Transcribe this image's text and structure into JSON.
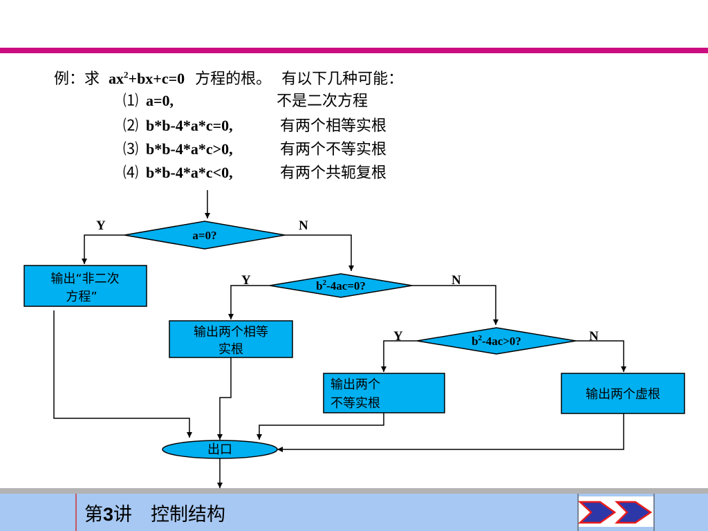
{
  "colors": {
    "accent_bar": "#cc0d80",
    "box_fill": "#00b0f0",
    "footer_bg": "#a7c8f2",
    "footer_stripe": "#b3b3b3"
  },
  "intro": {
    "prefix": "例：",
    "task": "求",
    "eq_a": "ax",
    "eq_sup": "2",
    "eq_b": "+bx+c=0",
    "task_tail": "方程的根。",
    "possibilities": "有以下几种可能：",
    "cases": [
      {
        "num": "⑴",
        "cond": "a=0,",
        "desc": "不是二次方程"
      },
      {
        "num": "⑵",
        "cond": "b*b-4*a*c=0,",
        "desc": "有两个相等实根"
      },
      {
        "num": "⑶",
        "cond": "b*b-4*a*c>0,",
        "desc": "有两个不等实根"
      },
      {
        "num": "⑷",
        "cond": "b*b-4*a*c<0,",
        "desc": "有两个共轭复根"
      }
    ]
  },
  "flow": {
    "d1": "a=0?",
    "d2_a": "b",
    "d2_sup": "2",
    "d2_b": "-4ac=0?",
    "d3_a": "b",
    "d3_sup": "2",
    "d3_b": "-4ac>0?",
    "box1_l1": "输出“非二次",
    "box1_l2": "方程”",
    "box2_l1": "输出两个相等",
    "box2_l2": "实根",
    "box3_l1": "输出两个",
    "box3_l2": "不等实根",
    "box4": "输出两个虚根",
    "exit": "出口",
    "yes": "Y",
    "no": "N"
  },
  "footer": {
    "title_a": "第",
    "title_num": "3",
    "title_b": "讲　控制结构"
  },
  "nav": {
    "icon": "double-arrow-forward-icon"
  }
}
